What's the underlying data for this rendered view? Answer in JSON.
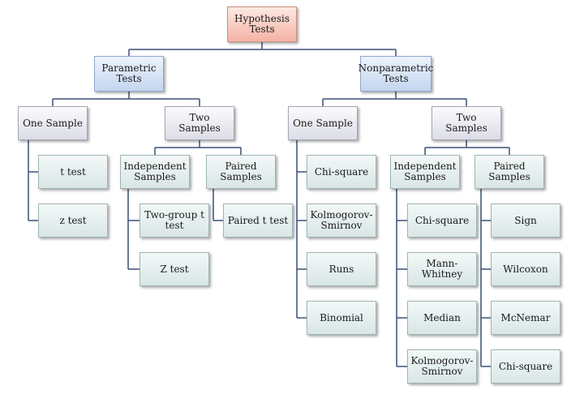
{
  "diagram": {
    "root": "Hypothesis Tests",
    "parametric": {
      "label": "Parametric Tests",
      "one_sample": {
        "label": "One Sample",
        "items": [
          "t test",
          "z test"
        ]
      },
      "two_samples": {
        "label": "Two Samples",
        "independent": {
          "label": "Independent Samples",
          "items": [
            "Two-group t test",
            "Z test"
          ]
        },
        "paired": {
          "label": "Paired Samples",
          "items": [
            "Paired t test"
          ]
        }
      }
    },
    "nonparametric": {
      "label": "Nonparametric Tests",
      "one_sample": {
        "label": "One Sample",
        "items": [
          "Chi-square",
          "Kolmogorov-Smirnov",
          "Runs",
          "Binomial"
        ]
      },
      "two_samples": {
        "label": "Two Samples",
        "independent": {
          "label": "Independent Samples",
          "items": [
            "Chi-square",
            "Mann-Whitney",
            "Median",
            "Kolmogorov-Smirnov"
          ]
        },
        "paired": {
          "label": "Paired Samples",
          "items": [
            "Sign",
            "Wilcoxon",
            "McNemar",
            "Chi-square"
          ]
        }
      }
    }
  },
  "colors": {
    "connector": "#3b4f78"
  }
}
